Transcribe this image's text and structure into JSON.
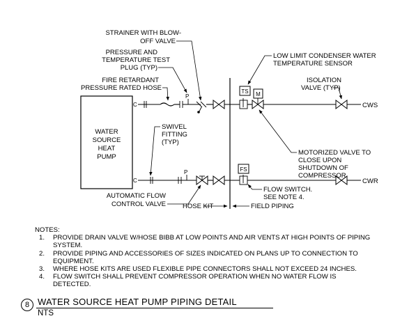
{
  "labels": {
    "strainer_1": "STRAINER WITH BLOW-",
    "strainer_2": "OFF VALVE",
    "pt_plug_1": "PRESSURE AND",
    "pt_plug_2": "TEMPERATURE TEST",
    "pt_plug_3": "PLUG (TYP)",
    "hose_1": "FIRE RETARDANT",
    "hose_2": "PRESSURE RATED HOSE",
    "low_limit_1": "LOW LIMIT CONDENSER WATER",
    "low_limit_2": "TEMPERATURE SENSOR",
    "isolation_1": "ISOLATION",
    "isolation_2": "VALVE (TYP)",
    "unit_1": "WATER",
    "unit_2": "SOURCE",
    "unit_3": "HEAT",
    "unit_4": "PUMP",
    "swivel_1": "SWIVEL",
    "swivel_2": "FITTING",
    "swivel_3": "(TYP)",
    "motorized_1": "MOTORIZED VALVE TO",
    "motorized_2": "CLOSE UPON",
    "motorized_3": "SHUTDOWN OF",
    "motorized_4": "COMPRESSOR",
    "flow_switch_1": "FLOW SWITCH.",
    "flow_switch_2": "SEE NOTE 4.",
    "auto_flow_1": "AUTOMATIC FLOW",
    "auto_flow_2": "CONTROL VALVE",
    "hose_kit": "HOSE KIT",
    "field_piping": "FIELD PIPING",
    "cws": "CWS",
    "cwr": "CWR",
    "ts_tag": "TS",
    "m_tag": "M",
    "fs_tag": "FS",
    "p_mark": "P",
    "c_mark": "C"
  },
  "notes": {
    "heading": "NOTES:",
    "items": [
      {
        "num": "1.",
        "line1": "PROVIDE DRAIN VALVE W/HOSE BIBB AT LOW POINTS AND AIR VENTS AT HIGH POINTS OF PIPING",
        "line2": "SYSTEM."
      },
      {
        "num": "2.",
        "line1": "PROVIDE PIPING AND ACCESSORIES OF SIZES INDICATED ON PLANS UP TO CONNECTION TO",
        "line2": "EQUIPMENT."
      },
      {
        "num": "3.",
        "line1": "WHERE HOSE KITS ARE USED FLEXIBLE PIPE CONNECTORS SHALL NOT EXCEED 24 INCHES.",
        "line2": ""
      },
      {
        "num": "4.",
        "line1": "FLOW SWITCH SHALL PREVENT COMPRESSOR OPERATION WHEN NO WATER FLOW IS",
        "line2": "DETECTED."
      }
    ]
  },
  "title": {
    "number": "8",
    "text": "WATER SOURCE HEAT PUMP PIPING DETAIL",
    "scale": "NTS"
  }
}
